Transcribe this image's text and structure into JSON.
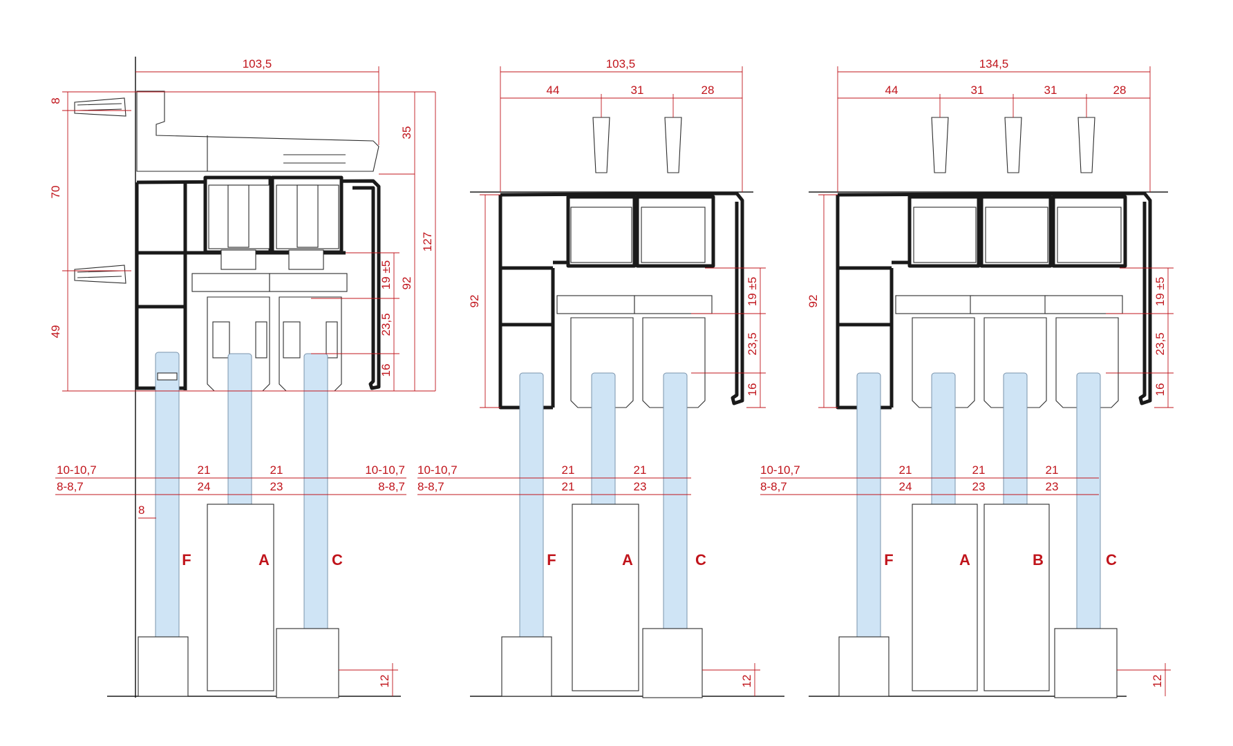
{
  "colors": {
    "dimension": "#c0141b",
    "profile": "#1a1a1a",
    "glass": "#cfe4f5"
  },
  "views": [
    {
      "top_width": "103,5",
      "heights_left": [
        "8",
        "70",
        "49"
      ],
      "heights_right": [
        "35",
        "127",
        "92"
      ],
      "inner_dims": [
        "19 ±5",
        "23,5",
        "16"
      ],
      "left_offsets": [
        "10-10,7",
        "8-8,7",
        "8"
      ],
      "right_offsets": [
        "10-10,7",
        "8-8,7"
      ],
      "spacing_row1": [
        "21",
        "21"
      ],
      "spacing_row2": [
        "24",
        "23"
      ],
      "bottom_dim": "12",
      "panels": [
        "F",
        "A",
        "C"
      ]
    },
    {
      "top_width": "103,5",
      "sub_widths": [
        "44",
        "31",
        "28"
      ],
      "height_left": "92",
      "inner_dims": [
        "19 ±5",
        "23,5",
        "16"
      ],
      "left_offsets": [
        "10-10,7",
        "8-8,7"
      ],
      "spacing_row1": [
        "21",
        "21"
      ],
      "spacing_row2": [
        "21",
        "23"
      ],
      "bottom_dim": "12",
      "panels": [
        "F",
        "A",
        "C"
      ]
    },
    {
      "top_width": "134,5",
      "sub_widths": [
        "44",
        "31",
        "31",
        "28"
      ],
      "height_left": "92",
      "inner_dims": [
        "19 ±5",
        "23,5",
        "16"
      ],
      "left_offsets": [
        "10-10,7",
        "8-8,7"
      ],
      "spacing_row1": [
        "21",
        "21",
        "21"
      ],
      "spacing_row2": [
        "24",
        "23",
        "23"
      ],
      "bottom_dim": "12",
      "panels": [
        "F",
        "A",
        "B",
        "C"
      ]
    }
  ]
}
